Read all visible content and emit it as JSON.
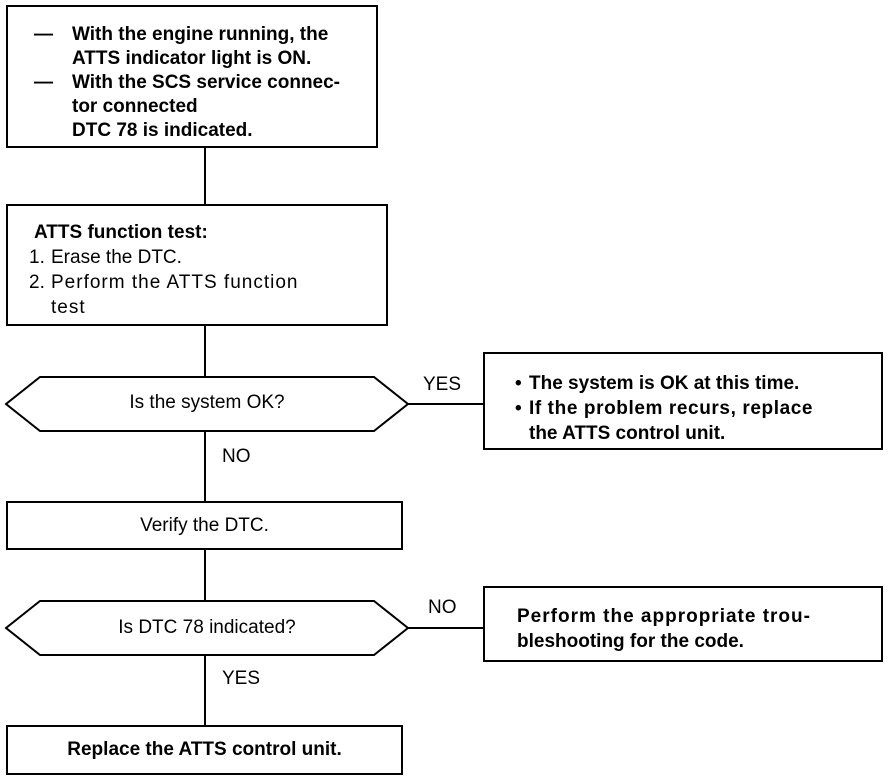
{
  "start_box": {
    "items": [
      "With the engine running, the ATTS indicator light is ON.",
      "With the SCS service connec- tor connected"
    ],
    "line_1": "With the engine running, the",
    "line_2": "ATTS indicator light is ON.",
    "line_3": "With the SCS service connec-",
    "line_4": "tor connected",
    "line_5": "DTC 78 is indicated.",
    "dash": "—"
  },
  "test_box": {
    "title": "ATTS function test:",
    "step1_num": "1.",
    "step1": "Erase the DTC.",
    "step2_num": "2.",
    "step2_a": "Perform the ATTS function",
    "step2_b": "test"
  },
  "decision_1": {
    "question": "Is the system OK?",
    "yes_label": "YES",
    "no_label": "NO"
  },
  "ok_box": {
    "bullet": "•",
    "line_1": "The system is OK at this  time.",
    "line_2": "If the problem recurs, replace",
    "line_3": "the ATTS control unit."
  },
  "verify_box": {
    "text": "Verify the DTC."
  },
  "decision_2": {
    "question": "Is DTC 78 indicated?",
    "no_label": "NO",
    "yes_label": "YES"
  },
  "trouble_box": {
    "line_1": "Perform the appropriate trou-",
    "line_2": "bleshooting for the code."
  },
  "final_box": {
    "text": "Replace the ATTS control unit."
  }
}
